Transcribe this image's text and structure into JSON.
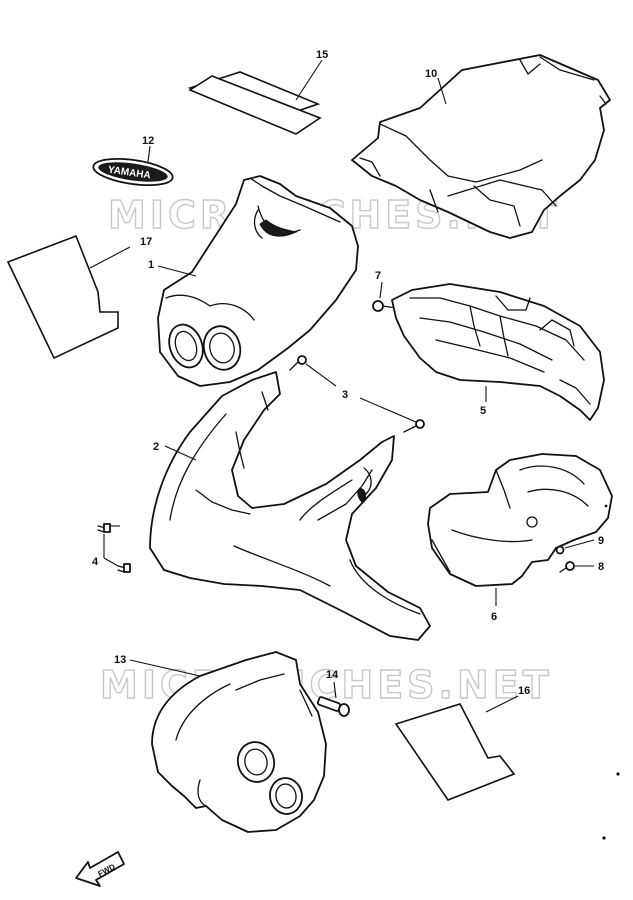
{
  "watermark": "MICROFICHES.NET",
  "badge_text": "YAMAHA",
  "fwd_label": "FWD",
  "callouts": {
    "c1": "1",
    "c2": "2",
    "c3": "3",
    "c4": "4",
    "c5": "5",
    "c6": "6",
    "c7": "7",
    "c8": "8",
    "c9": "9",
    "c10": "10",
    "c12": "12",
    "c13": "13",
    "c14": "14",
    "c15": "15",
    "c16": "16",
    "c17": "17"
  }
}
